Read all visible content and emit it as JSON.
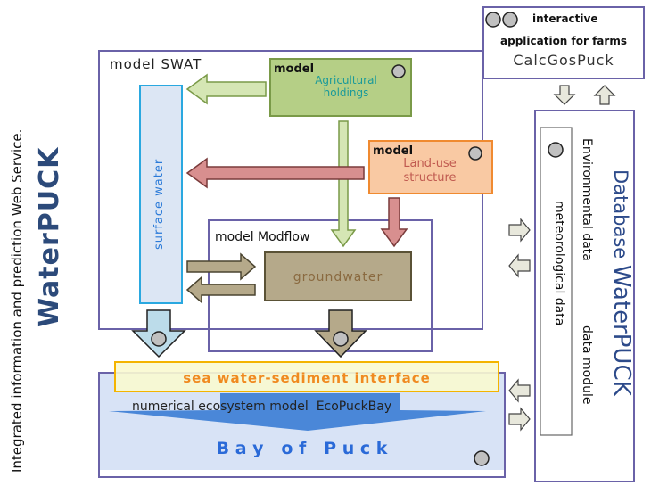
{
  "side_title": {
    "subtitle": "Integrated information and prediction Web Service.",
    "title": "WaterPUCK"
  },
  "swat": {
    "label": "model SWAT"
  },
  "agricultural": {
    "prefix": "model",
    "line1": "Agricultural",
    "line2": "holdings"
  },
  "landuse": {
    "prefix": "model",
    "line1": "Land-use",
    "line2": "structure"
  },
  "surface_water": {
    "label": "surface water"
  },
  "modflow": {
    "label": "model Modflow"
  },
  "groundwater": {
    "label": "groundwater"
  },
  "interface": {
    "label": "sea water-sediment interface"
  },
  "ecosystem": {
    "label": "numerical ecosystem model  EcoPuckBay"
  },
  "bay": {
    "label": "B a y   o f   P u c k"
  },
  "calc": {
    "line1": "interactive",
    "line2": "application for farms",
    "name": "CalcGosPuck"
  },
  "database": {
    "title_prefix": "Database",
    "title_name": "WaterPUCK",
    "env_data": "Environmental data",
    "data_module": "data module",
    "met_data": "meteorological data"
  },
  "colors": {
    "frame": "#6a62a8",
    "surface_water_fill": "#dce6f4",
    "surface_water_border": "#2aa8e0",
    "agri_fill": "#b5cf86",
    "landuse_fill": "#f9c9a3",
    "landuse_border": "#f08a30",
    "groundwater_fill": "#b5a98a",
    "interface_border": "#f4b400",
    "interface_fill": "#fafad0",
    "bay_fill": "#d8e3f6",
    "bay_arrow": "#4a87d8"
  }
}
